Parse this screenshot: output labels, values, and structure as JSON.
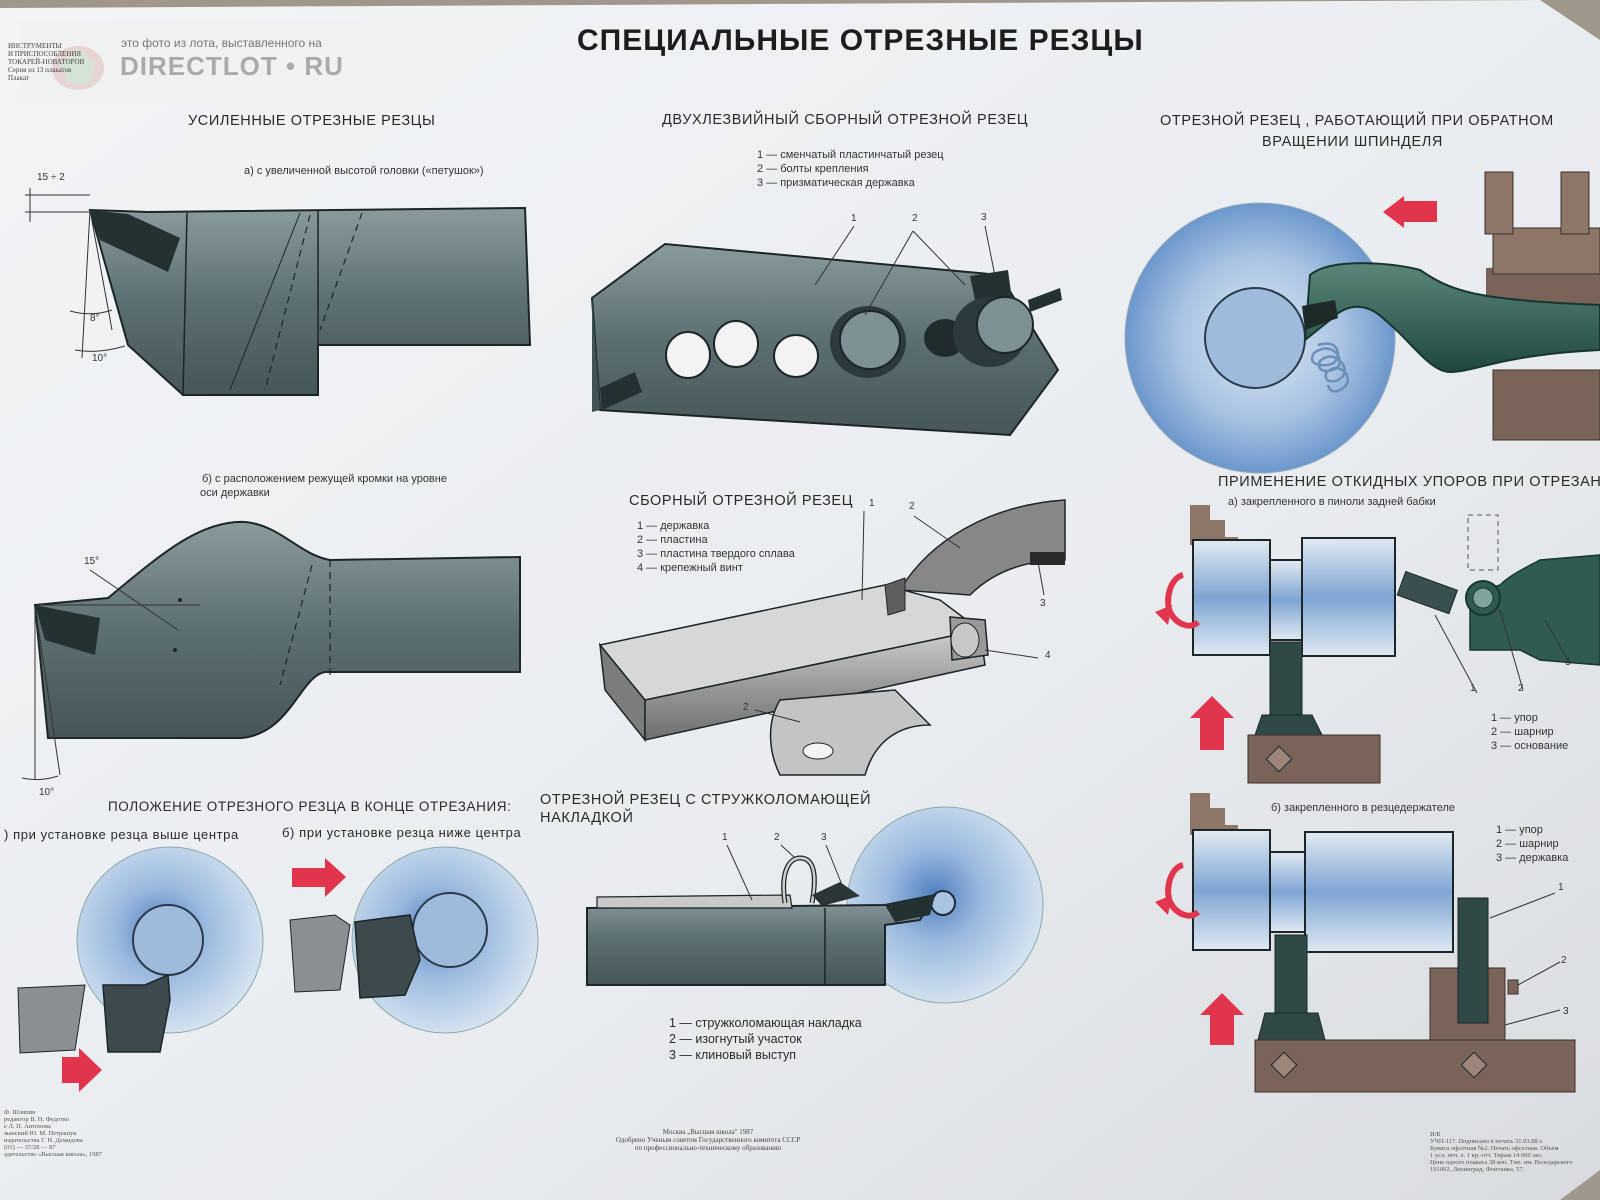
{
  "title": "СПЕЦИАЛЬНЫЕ ОТРЕЗНЫЕ РЕЗЦЫ",
  "corner_text": [
    "ИНСТРУМЕНТЫ",
    "И ПРИСПОСОБЛЕНИЯ",
    "ТОКАРЕЙ-НОВАТОРОВ",
    "Серия из 13 плакатов",
    "Плакат"
  ],
  "watermark": {
    "caption": "это фото из лота, выставленного на",
    "brand": "DIRECTLOT • RU"
  },
  "reinforced": {
    "heading": "УСИЛЕННЫЕ ОТРЕЗНЫЕ РЕЗЦЫ",
    "a": "а) с увеличенной высотой головки («петушок»)",
    "b_line1": "б) с расположением режущей кромки на уровне",
    "b_line2": "оси державки",
    "dim_top": "15 ÷ 2",
    "angle_8": "8°",
    "angle_10a": "10°",
    "angle_15": "15°",
    "angle_10b": "10°"
  },
  "double_edge": {
    "heading": "ДВУХЛЕЗВИЙНЫЙ СБОРНЫЙ ОТРЕЗНОЙ РЕЗЕЦ",
    "legend": [
      "1 — сменчатый пластинчатый резец",
      "2 — болты крепления",
      "3 — призматическая державка"
    ],
    "callouts": [
      "1",
      "2",
      "3"
    ]
  },
  "reverse": {
    "heading_line1": "ОТРЕЗНОЙ РЕЗЕЦ , РАБОТАЮЩИЙ ПРИ ОБРАТНОМ",
    "heading_line2": "ВРАЩЕНИИ ШПИНДЕЛЯ"
  },
  "assembled": {
    "heading": "СБОРНЫЙ ОТРЕЗНОЙ РЕЗЕЦ",
    "legend": [
      "1 — державка",
      "2 — пластина",
      "3 — пластина твердого сплава",
      "4 — крепежный винт"
    ],
    "callouts": [
      "1",
      "2",
      "3",
      "4",
      "2"
    ]
  },
  "stops": {
    "heading": "ПРИМЕНЕНИЕ ОТКИДНЫХ УПОРОВ ПРИ ОТРЕЗАНИИ :",
    "a": "а) закрепленного в пиноли задней бабки",
    "legend_a": [
      "1 — упор",
      "2 — шарнир",
      "3 — основание"
    ],
    "callouts_a": [
      "1",
      "2",
      "3"
    ],
    "b": "б) закрепленного в резцедержателе",
    "legend_b": [
      "1 — упор",
      "2 — шарнир",
      "3 — державка"
    ],
    "callouts_b": [
      "1",
      "2",
      "3"
    ]
  },
  "position": {
    "heading": "ПОЛОЖЕНИЕ ОТРЕЗНОГО РЕЗЦА В КОНЦЕ ОТРЕЗАНИЯ:",
    "a": ") при установке резца выше центра",
    "b": "б) при установке резца ниже центра"
  },
  "chipbreaker": {
    "heading_line1": "ОТРЕЗНОЙ РЕЗЕЦ С СТРУЖКОЛОМАЮЩЕЙ",
    "heading_line2": "НАКЛАДКОЙ",
    "legend": [
      "1 — стружколомающая накладка",
      "2 — изогнутый участок",
      "3 — клиновый выступ"
    ],
    "callouts": [
      "1",
      "2",
      "3"
    ]
  },
  "footer": {
    "center": [
      "Москва „Высшая школа\" 1987",
      "Одобрено Ученым советом Государственного комитета СССР",
      "по профессионально-техническому образованию"
    ],
    "left": [
      "Ф. Шляпин",
      "редактор В. Н. Федотко",
      "е Л. П. Антонова",
      "жанский Ю. М. Петрашук",
      "издательства Г. Н. Демидова",
      "(01) — 37/28 — 87",
      "здательство «Высшая школа», 1987"
    ],
    "right": [
      "И/Б",
      "УЧП-117. Подписано в печать 31.03.88 г.",
      "Бумага офсетная №2. Печать офсетная. Объем",
      "1 усл. печ. л. 1 кр.-отт. Тираж 14 000 экз.",
      "Цена одного плаката 38 коп. Тип. им. Володарского",
      "191002, Ленинград, Фонтанка, 57."
    ]
  },
  "colors": {
    "paper": "#ebeef1",
    "steel": "#5f7478",
    "steel_dark": "#3f5256",
    "blue": "#8fb0d6",
    "blue_dark": "#4a78b0",
    "arrow_red": "#e0354c",
    "green_tool": "#2e5a50",
    "brown": "#7a6358"
  }
}
